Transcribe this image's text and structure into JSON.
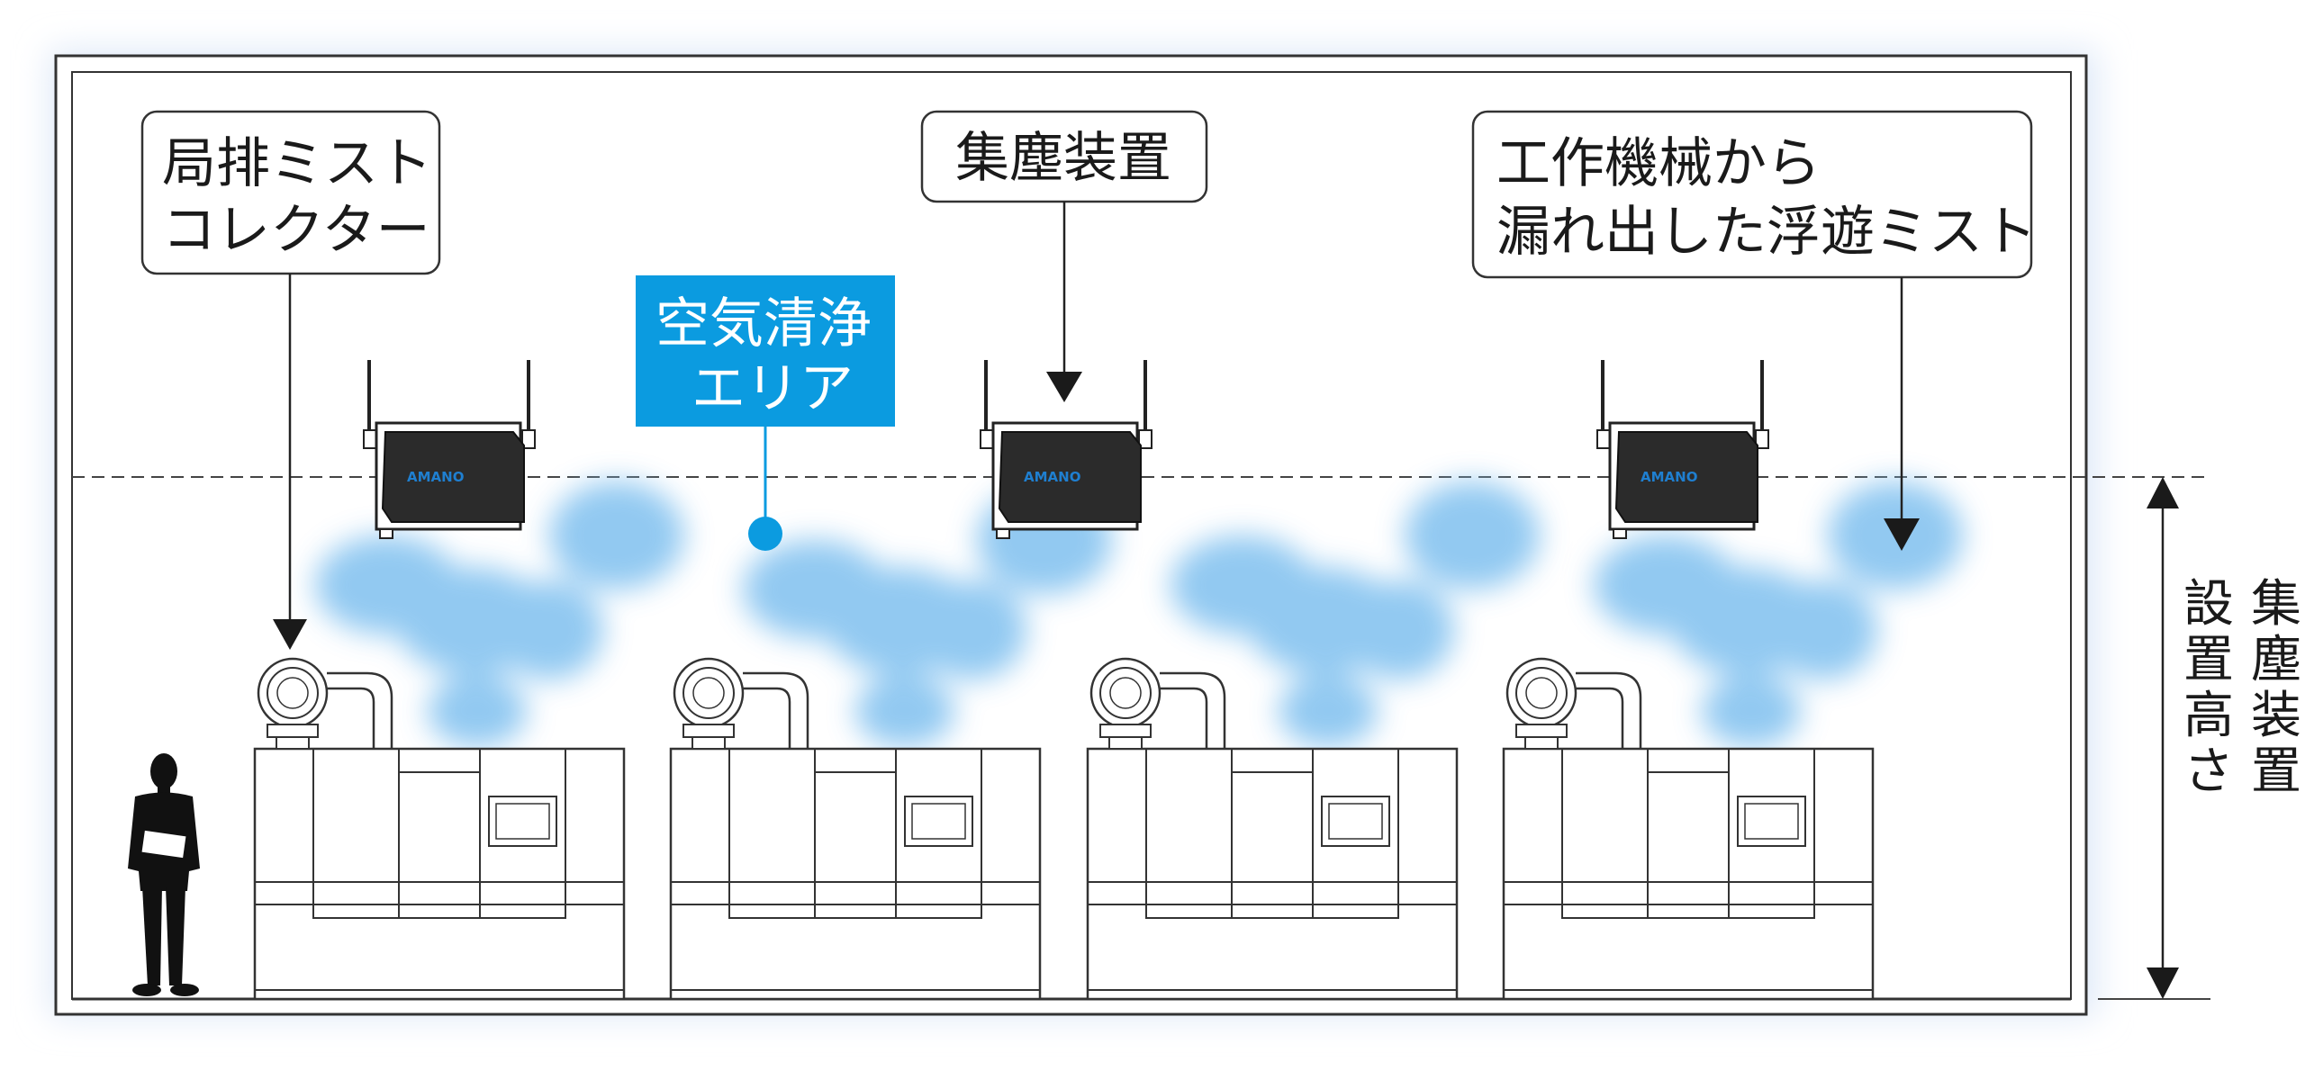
{
  "callouts": {
    "local_exhaust": {
      "line1": "局排ミスト",
      "line2": "コレクター"
    },
    "dust_collector": {
      "line1": "集塵装置"
    },
    "floating_mist": {
      "line1": "工作機械から",
      "line2": "漏れ出した浮遊ミスト"
    },
    "clean_area": {
      "line1": "空気清浄",
      "line2": "エリア"
    }
  },
  "brand_label": "AMANO",
  "height_label": {
    "column_right": [
      "集",
      "塵",
      "装",
      "置"
    ],
    "column_left": [
      "設",
      "置",
      "高",
      "さ"
    ]
  },
  "colors": {
    "clean_area_box": "#0b9be0",
    "mist": "#7fc0ef",
    "line": "#222222",
    "frame_glow": "#dfe9f8",
    "collector_body": "#2b2b2b"
  }
}
